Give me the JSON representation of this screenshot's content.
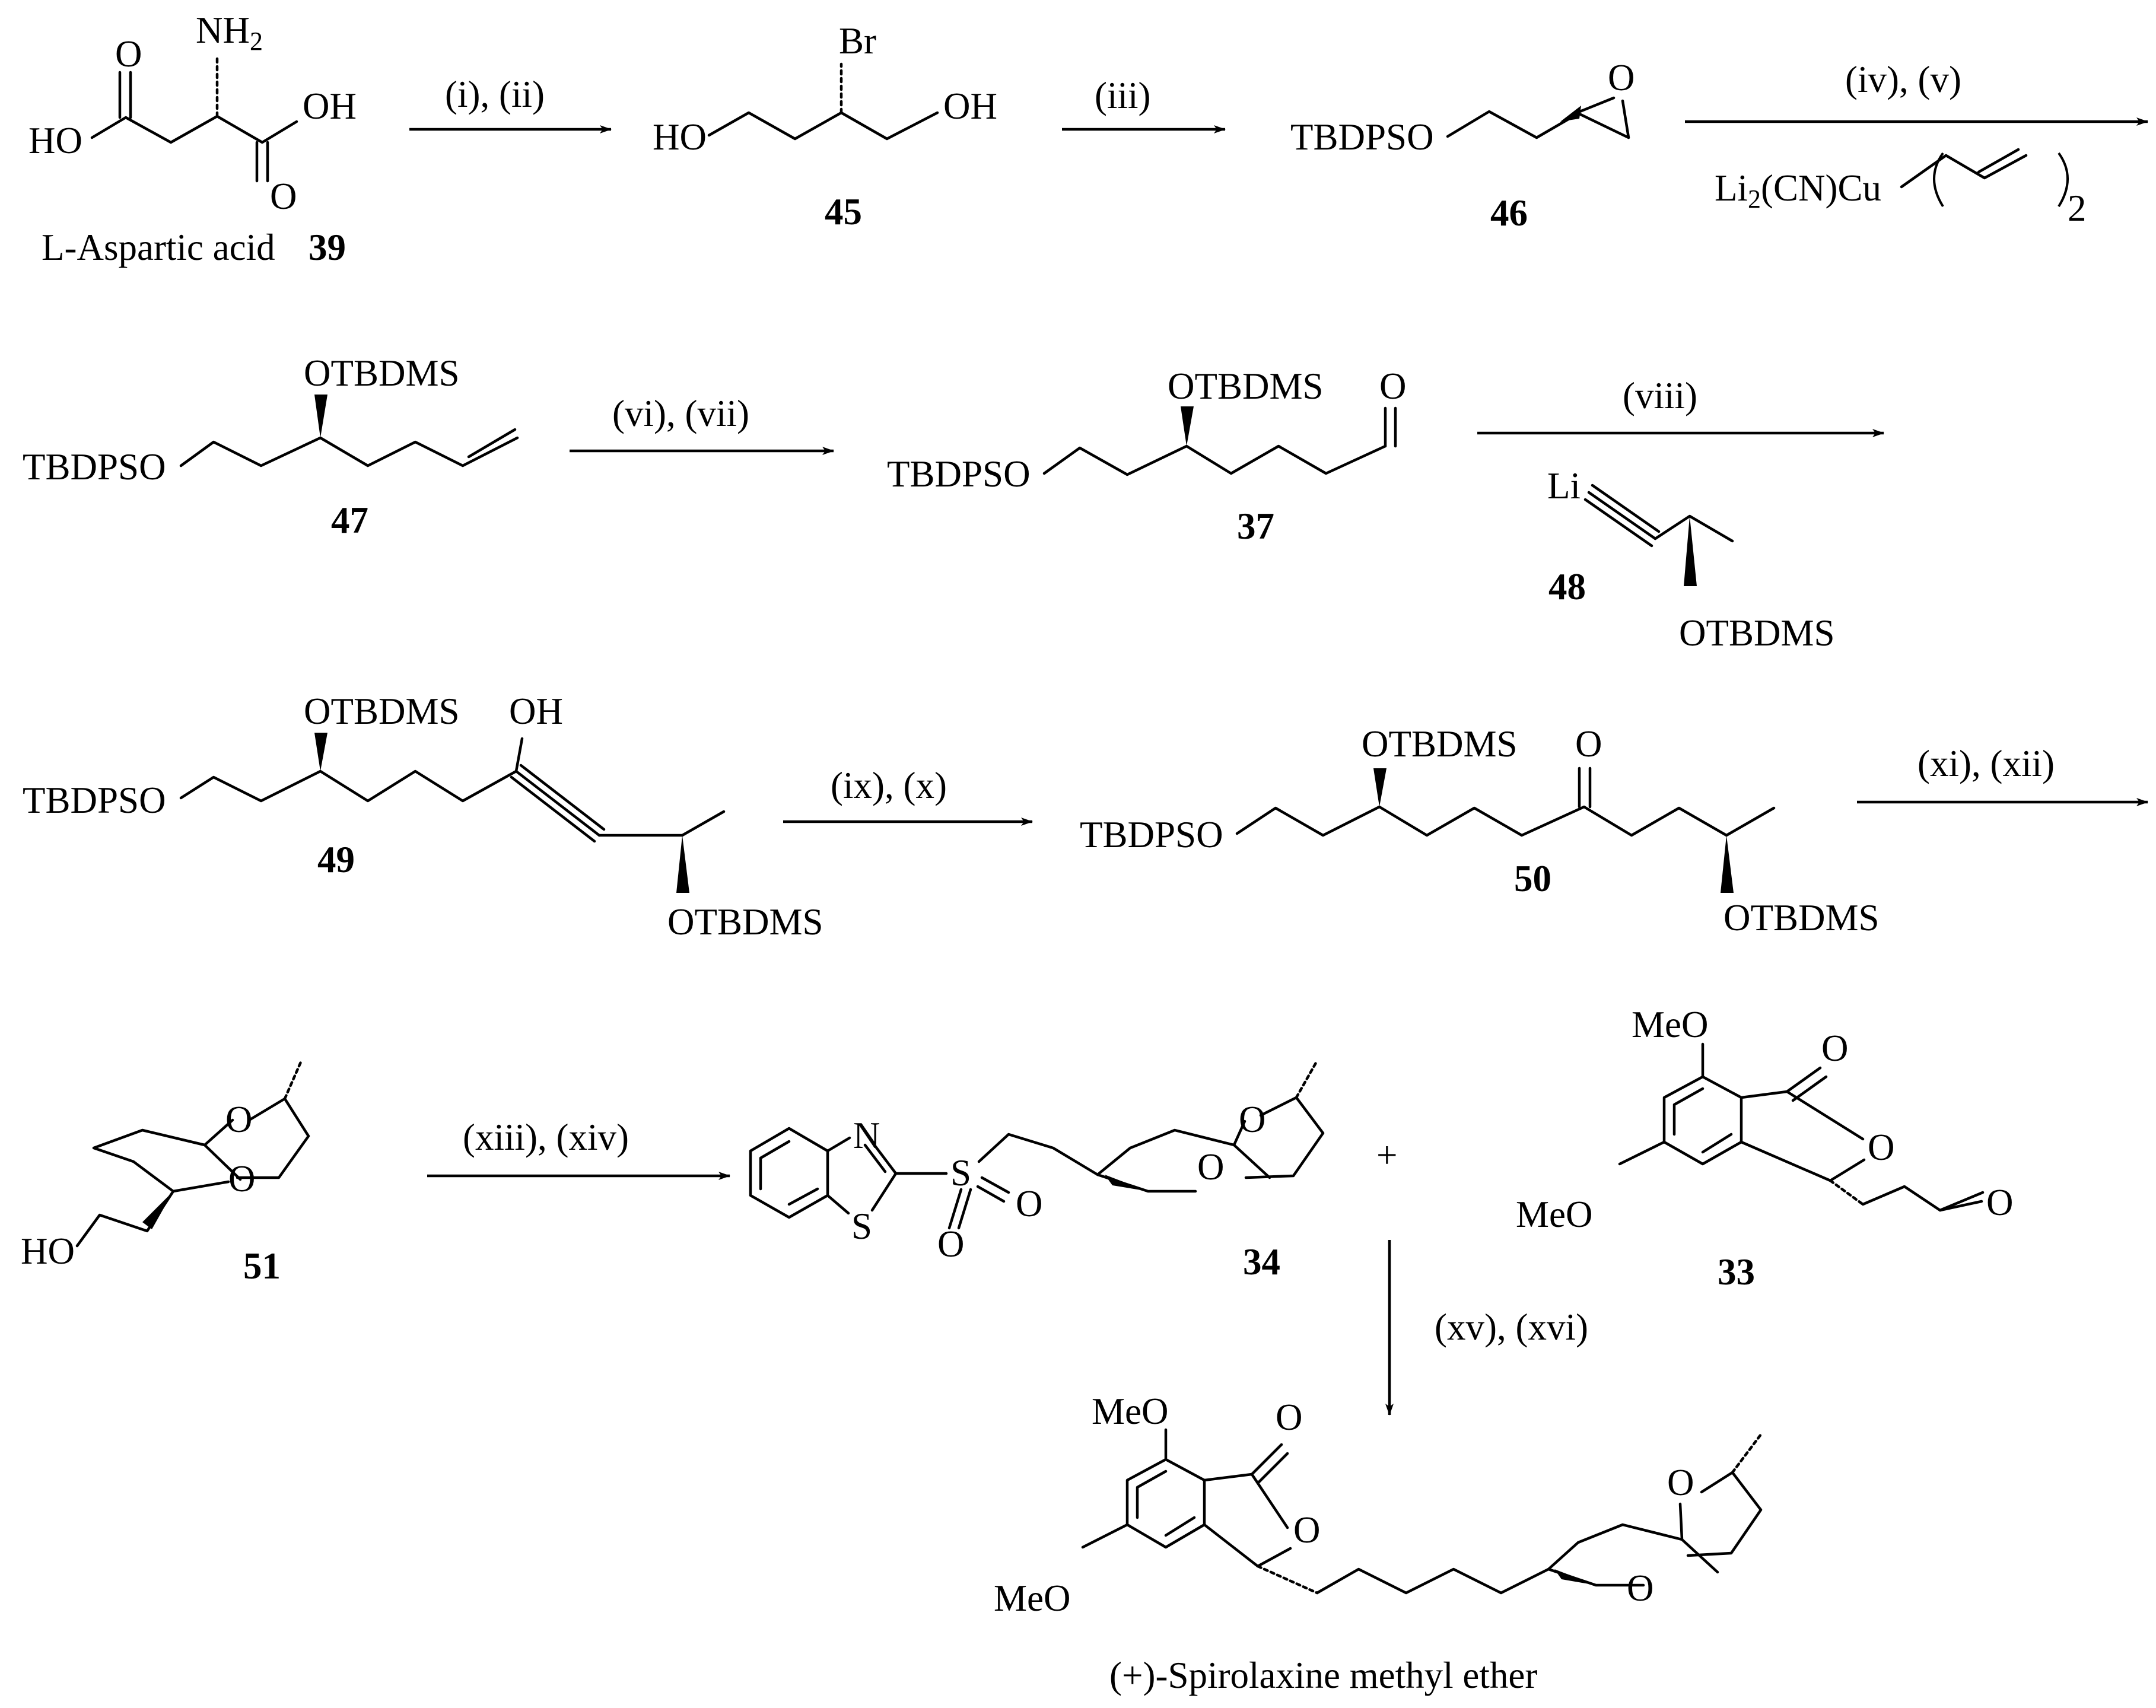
{
  "compounds": {
    "c39": {
      "name": "L-Aspartic acid",
      "number": "39"
    },
    "c45": {
      "number": "45"
    },
    "c46": {
      "number": "46"
    },
    "c47": {
      "number": "47"
    },
    "c37": {
      "number": "37"
    },
    "c48": {
      "number": "48"
    },
    "c49": {
      "number": "49"
    },
    "c50": {
      "number": "50"
    },
    "c51": {
      "number": "51"
    },
    "c34": {
      "number": "34"
    },
    "c33": {
      "number": "33"
    },
    "product": {
      "name": "(+)-Spirolaxine methyl ether"
    }
  },
  "conditions": {
    "step1": "(i), (ii)",
    "step2": "(iii)",
    "step3": "(iv), (v)",
    "step4": "(vi), (vii)",
    "step5": "(viii)",
    "step6": "(ix), (x)",
    "step7": "(xi), (xii)",
    "step8": "(xiii), (xiv)",
    "step9": "(xv), (xvi)"
  },
  "atoms": {
    "O": "O",
    "S": "S",
    "N": "N",
    "Br": "Br",
    "OH": "OH",
    "HO": "HO",
    "Li": "Li",
    "MeO": "MeO",
    "TBDPSO": "TBDPSO",
    "OTBDMS": "OTBDMS",
    "plus": "+"
  }
}
